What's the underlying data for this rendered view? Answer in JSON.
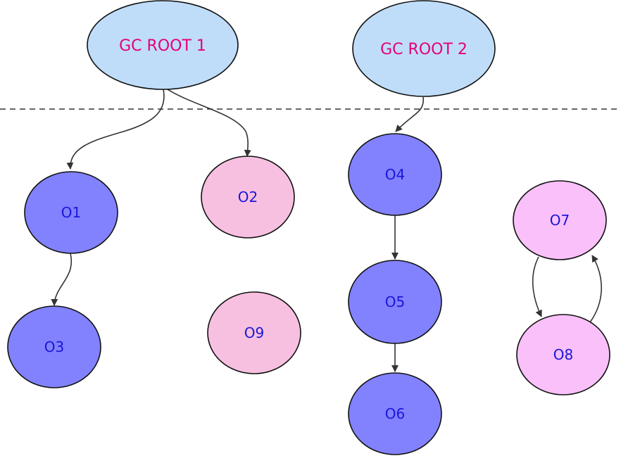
{
  "colors": {
    "root_fill": "#bfddf9",
    "root_text": "#e5007a",
    "reachable_fill": "#8282ff",
    "unreachable_fill": "#f8c0e0",
    "cycle_fill": "#f9c0f9",
    "node_text": "#1a17d8",
    "stroke": "#111111",
    "edge": "#333333",
    "divider": "#333333"
  },
  "roots": [
    {
      "id": "root1",
      "label": "GC ROOT 1"
    },
    {
      "id": "root2",
      "label": "GC ROOT 2"
    }
  ],
  "nodes": [
    {
      "id": "O1",
      "label": "O1",
      "kind": "reachable"
    },
    {
      "id": "O2",
      "label": "O2",
      "kind": "unreachable"
    },
    {
      "id": "O3",
      "label": "O3",
      "kind": "reachable"
    },
    {
      "id": "O4",
      "label": "O4",
      "kind": "reachable"
    },
    {
      "id": "O5",
      "label": "O5",
      "kind": "reachable"
    },
    {
      "id": "O6",
      "label": "O6",
      "kind": "reachable"
    },
    {
      "id": "O7",
      "label": "O7",
      "kind": "cycle"
    },
    {
      "id": "O8",
      "label": "O8",
      "kind": "cycle"
    },
    {
      "id": "O9",
      "label": "O9",
      "kind": "unreachable"
    }
  ],
  "edges": [
    {
      "from": "root1",
      "to": "O1"
    },
    {
      "from": "root1",
      "to": "O2"
    },
    {
      "from": "O1",
      "to": "O3"
    },
    {
      "from": "root2",
      "to": "O4"
    },
    {
      "from": "O4",
      "to": "O5"
    },
    {
      "from": "O5",
      "to": "O6"
    },
    {
      "from": "O7",
      "to": "O8"
    },
    {
      "from": "O8",
      "to": "O7"
    }
  ]
}
